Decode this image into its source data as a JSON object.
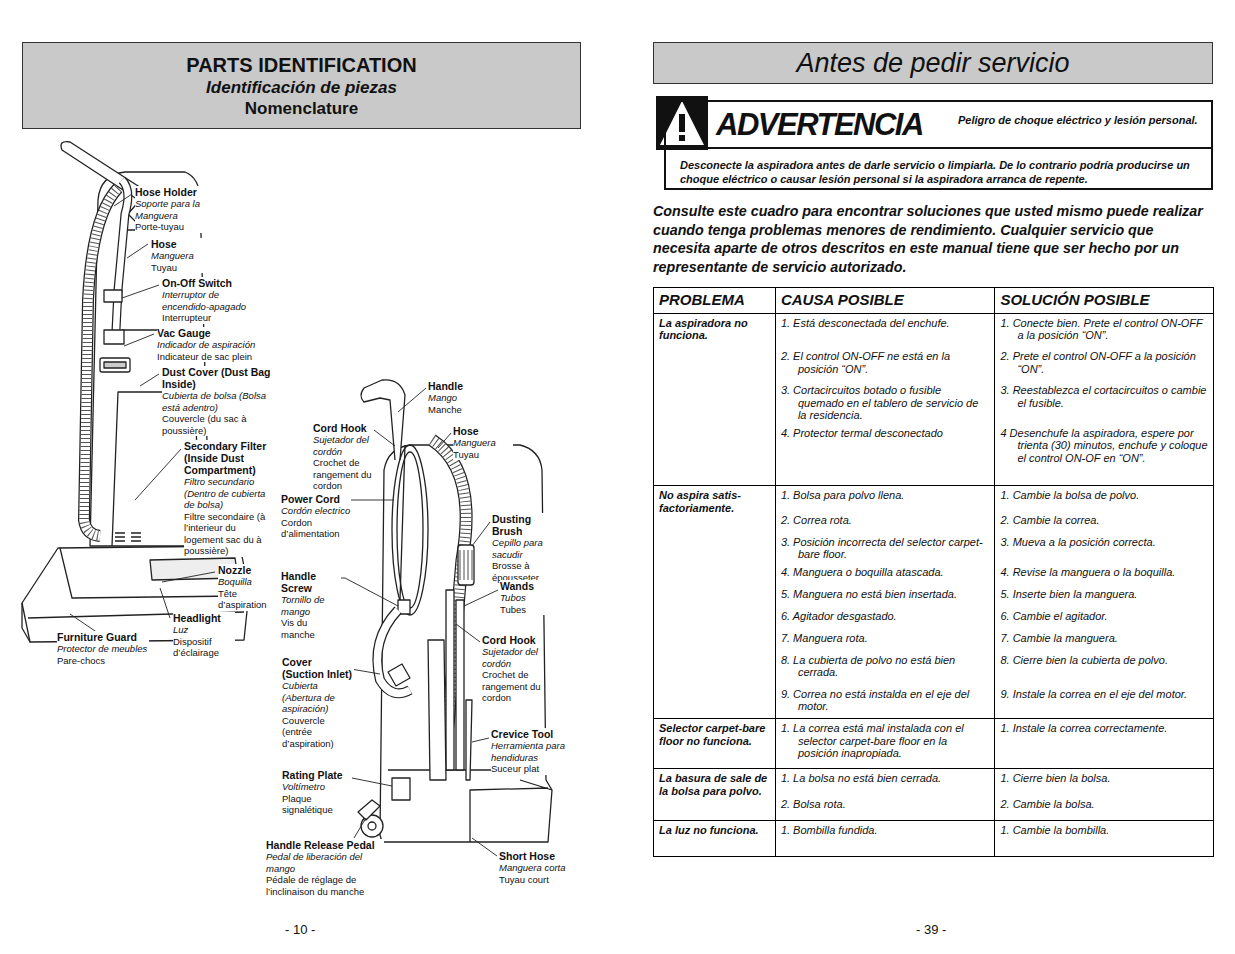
{
  "diagram": {
    "nodes": [
      {
        "text": [
          "PARTS IDENTIFICATION",
          "Identificación de piezas",
          "Nomenclature"
        ]
      },
      {
        "text": [
          "Antes de pedir servicio"
        ]
      },
      {
        "text": [
          "ADVERTENCIA",
          "Peligro de choque eléctrico y lesión personal.",
          "Desconecte la aspiradora antes de darle servicio o limpiarla.  De lo contrario podría producirse un choque eléctrico o causar lesión personal si la aspiradora arranca de repente."
        ]
      }
    ],
    "labels": [
      "Consulte este cuadro para encontrar soluciones que usted mismo puede realizar cuando tenga problemas menores de rendimiento. Cualquier servicio que necesita aparte de otros descritos en este manual tiene que ser hecho por un representante de servicio autorizado.",
      "Hose Holder",
      "Soporte para la Manguera",
      "Porte-tuyau",
      "Hose",
      "Manguera",
      "Tuyau",
      "On-Off Switch",
      "Interruptor de encendido-apagado",
      "Interrupteur",
      "Vac Gauge",
      "Indicador de aspiración",
      "Indicateur de sac plein",
      "Dust Cover (Dust Bag Inside)",
      "Cubierta de bolsa (Bolsa está adentro)",
      "Couvercle (du sac à poussière)",
      "Secondary Filter (Inside Dust Compartment)",
      "Filtro secundario (Dentro de cubierta de bolsa)",
      "Filtre secondaire (à l’interieur du logement sac du à poussière)",
      "Nozzle",
      "Boquilla",
      "Tête d’aspiration",
      "Headlight",
      "Luz",
      "Dispositif d’éclairage",
      "Furniture Guard",
      "Protector de meubles",
      "Pare-chocs",
      "Handle",
      "Mango",
      "Manche",
      "Cord Hook",
      "Sujetador del cordón",
      "Crochet de rangement du cordon",
      "Hose",
      "Manguera",
      "Tuyau",
      "Power Cord",
      "Cordón electrico",
      "Cordon d’alimentation",
      "Dusting Brush",
      "Cepillo para sacudir",
      "Brosse à épousseter",
      "Handle Screw",
      "Tornillo de mango",
      "Vis du manche",
      "Wands",
      "Tubos",
      "Tubes",
      "Cord Hook",
      "Sujetador del cordón",
      "Crochet de rangement du cordon",
      "Cover (Suction Inlet)",
      "Cubierta (Abertura de aspiración)",
      "Couvercle (entrée d’aspiration)",
      "Crevice Tool",
      "Herramienta para hendiduras",
      "Suceur plat",
      "Rating Plate",
      "Voltímetro",
      "Plaque signalétique",
      "Handle Release Pedal",
      "Pedal de liberación del mango",
      "Pédale de réglage de l’inclinaison du manche",
      "Short Hose",
      "Manguera corta",
      "Tuyau court",
      "PROBLEMA",
      "CAUSA POSIBLE",
      "SOLUCIÓN POSIBLE",
      "La aspiradora no funciona.",
      "1. Está desconectada del enchufe.",
      "1. Conecte bien. Prete el control ON-OFF a la posición “ON”.",
      "2. El control ON-OFF ne está en la posición “ON”.",
      "2. Prete el control ON-OFF a la posición “ON”.",
      "3. Cortacircuitos botado o fusible quemado en el tablero de servicio de la residencia.",
      "3. Reestablezca el cortacircuitos o cambie el fusible.",
      "4. Protector termal desconectado",
      "4 Desenchufe la aspiradora, espere por trienta (30) minutos, enchufe y coloque el control ON-OF en “ON”.",
      "No aspira satis-factoriamente.",
      "1. Bolsa para polvo llena.",
      "1. Cambie la bolsa de polvo.",
      "2. Correa rota.",
      "2. Cambie la correa.",
      "3. Posición incorrecta del selector carpet-bare floor.",
      "3. Mueva a la posición correcta.",
      "4. Manguera o boquilla atascada.",
      "4. Revise la manguera o la boquilla.",
      "5. Manguera no está bien insertada.",
      "5. Inserte bien la manguera.",
      "6. Agitador desgastado.",
      "6. Cambie el agitador.",
      "7. Manguera rota.",
      "7. Cambie la manguera.",
      "8. La cubierta de polvo no está bien cerrada.",
      "8. Cierre bien la cubierta de polvo.",
      "9. Correa no está instalda en el eje del motor.",
      "9. Instale la correa en el eje del motor.",
      "Selector carpet-bare floor no funciona.",
      "1. La correa está mal instalada con el selector carpet-bare floor en la posición inapropiada.",
      "1. Instale la correa correctamente.",
      "La basura de sale de la bolsa para polvo.",
      "1. La bolsa no está bien cerrada.",
      "1. Cierre bien la bolsa.",
      "2. Bolsa rota.",
      "2. Cambie la bolsa.",
      "La luz no funciona.",
      "1. Bombilla fundida.",
      "1. Cambie la bombilla.",
      "- 10 -",
      "- 39 -"
    ]
  }
}
